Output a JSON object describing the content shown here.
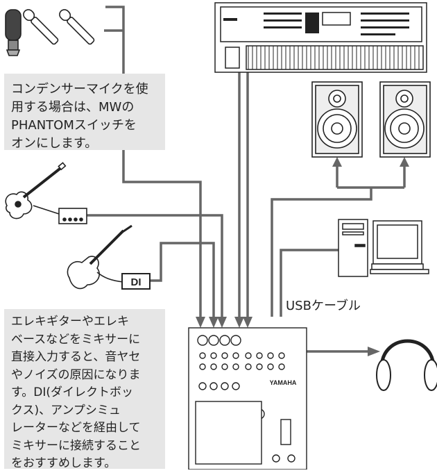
{
  "notes": {
    "condenser": "コンデンサーマイクを使\n用する場合は、MWの\nPHANTOMスイッチを\nオンにします。",
    "guitar": "エレキギターやエレキ\nベースなどをミキサーに\n直接入力すると、音ヤセ\nやノイズの原因になりま\nす。DI(ダイレクトボッ\nクス)、アンプシミュ\nレーターなどを経由して\nミキサーに接続すること\nをおすすめします。"
  },
  "labels": {
    "usb_cable": "USBケーブル",
    "di_box": "DI",
    "mixer_brand": "YAMAHA"
  },
  "icons": [
    "condenser-mic-icon",
    "dynamic-mic-icon",
    "synth-keyboard-icon",
    "monitor-speaker-icon",
    "acoustic-guitar-icon",
    "effects-pedal-icon",
    "electric-guitar-icon",
    "di-box-icon",
    "computer-icon",
    "mixer-icon",
    "headphones-icon"
  ]
}
